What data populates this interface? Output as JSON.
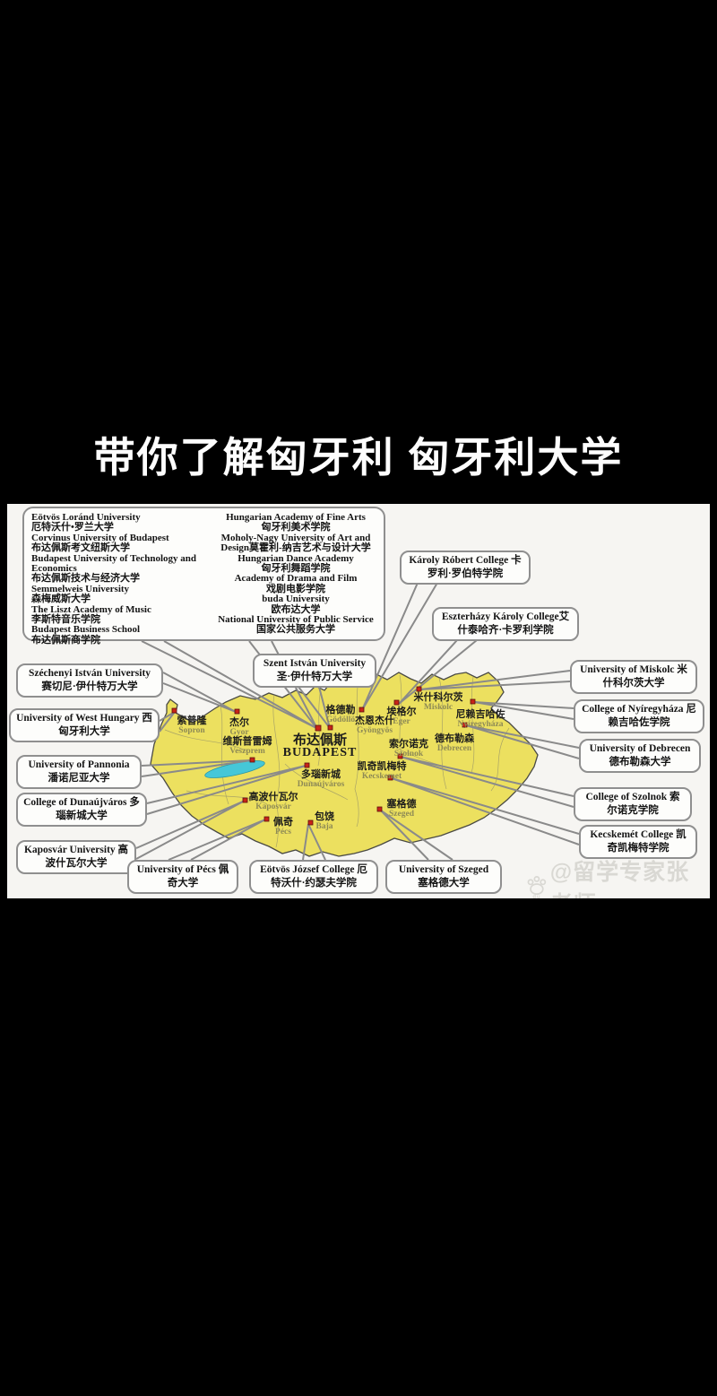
{
  "title": "带你了解匈牙利 匈牙利大学",
  "watermark": "@留学专家张老师",
  "budapest_group": {
    "left": [
      {
        "en": "Eötvös Loránd University",
        "zh": "厄特沃什•罗兰大学"
      },
      {
        "en": "Corvinus University of Budapest",
        "zh": "布达佩斯考文纽斯大学"
      },
      {
        "en": "Budapest University of Technology and Economics",
        "zh": "布达佩斯技术与经济大学"
      },
      {
        "en": "Semmelweis University",
        "zh": "森梅威斯大学"
      },
      {
        "en": "The Liszt Academy of Music",
        "zh": "李斯特音乐学院"
      },
      {
        "en": "Budapest Business School",
        "zh": "布达佩斯商学院"
      }
    ],
    "right": [
      {
        "en": "Hungarian Academy of Fine Arts",
        "zh": "匈牙利美术学院"
      },
      {
        "en": "Moholy-Nagy University of Art and Design",
        "zh": "莫霍利-纳吉艺术与设计大学"
      },
      {
        "en": "Hungarian Dance Academy",
        "zh": "匈牙利舞蹈学院"
      },
      {
        "en": "Academy of Drama and Film",
        "zh": "戏剧电影学院"
      },
      {
        "en": "buda University",
        "zh": "欧布达大学"
      },
      {
        "en": "National University of Public Service",
        "zh": "国家公共服务大学"
      }
    ]
  },
  "callouts": [
    {
      "en": "Széchenyi István University",
      "zh": "赛切尼·伊什特万大学"
    },
    {
      "en": "University of West Hungary",
      "zh": "西匈牙利大学"
    },
    {
      "en": "University of Pannonia",
      "zh": "潘诺尼亚大学"
    },
    {
      "en": "College of Dunaújváros",
      "zh": "多瑙新城大学"
    },
    {
      "en": "Kaposvár University",
      "zh": "高波什瓦尔大学"
    },
    {
      "en": "University of Pécs",
      "zh": "佩奇大学"
    },
    {
      "en": "Eötvös József College",
      "zh": "厄特沃什·约瑟夫学院"
    },
    {
      "en": "University of Szeged",
      "zh": "塞格德大学"
    },
    {
      "en": "Szent István University",
      "zh": "圣·伊什特万大学"
    },
    {
      "en": "Károly Róbert College",
      "zh": "卡罗利·罗伯特学院"
    },
    {
      "en": "Eszterházy Károly College",
      "zh": "艾什泰哈齐·卡罗利学院"
    },
    {
      "en": "University of Miskolc",
      "zh": "米什科尔茨大学"
    },
    {
      "en": "College of Nyíregyháza",
      "zh": "尼赖吉哈佐学院"
    },
    {
      "en": "University of Debrecen",
      "zh": "德布勒森大学"
    },
    {
      "en": "College of Szolnok",
      "zh": "索尔诺克学院"
    },
    {
      "en": "Kecskemét College",
      "zh": "凯奇凯梅特学院"
    }
  ],
  "cities": [
    {
      "zh": "索普隆",
      "latin": "Sopron"
    },
    {
      "zh": "杰尔",
      "latin": "Gyor"
    },
    {
      "zh": "维斯普雷姆",
      "latin": "Veszprem"
    },
    {
      "zh": "布达佩斯",
      "latin": "BUDAPEST"
    },
    {
      "zh": "格德勒",
      "latin": "Gödöllö"
    },
    {
      "zh": "杰恩杰什",
      "latin": "Gyöngyös"
    },
    {
      "zh": "埃格尔",
      "latin": "Eger"
    },
    {
      "zh": "米什科尔茨",
      "latin": "Miskolc"
    },
    {
      "zh": "尼赖吉哈佐",
      "latin": "Nyíregyháza"
    },
    {
      "zh": "德布勒森",
      "latin": "Debrecen"
    },
    {
      "zh": "索尔诺克",
      "latin": "Szolnok"
    },
    {
      "zh": "凯奇凯梅特",
      "latin": "Kecskemet"
    },
    {
      "zh": "多瑙新城",
      "latin": "Dunaújváros"
    },
    {
      "zh": "高波什瓦尔",
      "latin": "Kaposvár"
    },
    {
      "zh": "佩奇",
      "latin": "Pécs"
    },
    {
      "zh": "包饶",
      "latin": "Baja"
    },
    {
      "zh": "塞格德",
      "latin": "Szeged"
    }
  ],
  "colors": {
    "map_fill": "#ece05f",
    "lake_fill": "#45c7d8",
    "marker_red": "#c92418",
    "line_gray": "#8a8a8a"
  }
}
